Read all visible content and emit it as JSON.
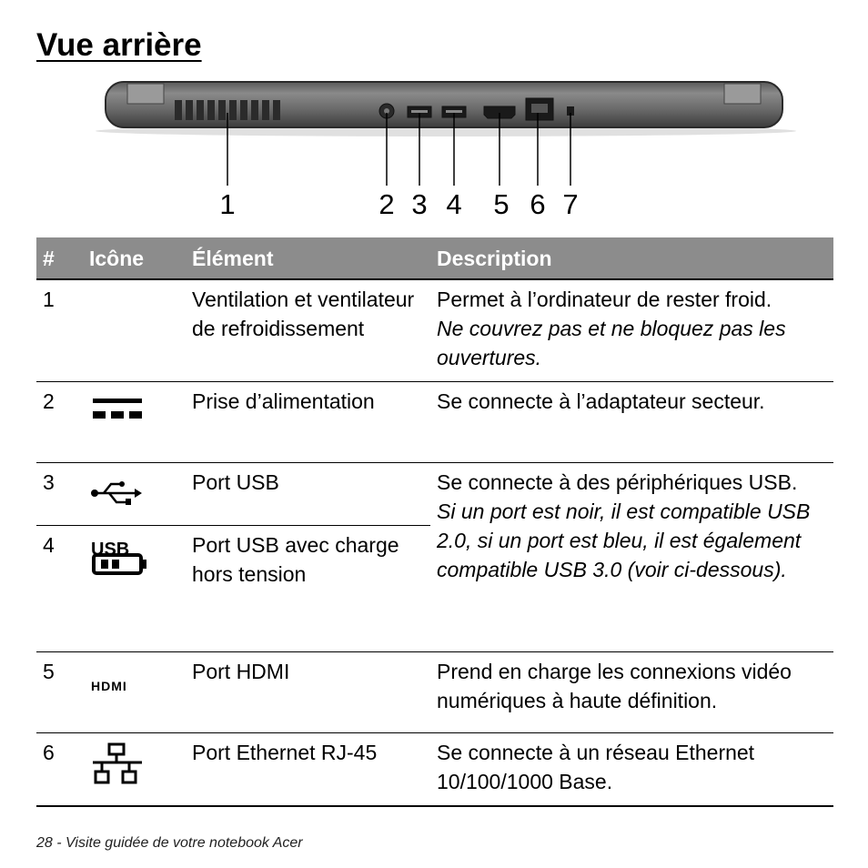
{
  "page": {
    "title": "Vue arrière",
    "footer": "28 - Visite guidée de votre notebook Acer"
  },
  "callouts": [
    "1",
    "2",
    "3",
    "4",
    "5",
    "6",
    "7"
  ],
  "table": {
    "headers": [
      "#",
      "Icône",
      "Élément",
      "Description"
    ],
    "rows": [
      {
        "num": "1",
        "icon": "",
        "element": "Ventilation et ventilateur de refroidissement",
        "desc": "Permet à l’ordinateur de rester froid.",
        "note": "Ne couvrez pas et ne bloquez pas les ouvertures."
      },
      {
        "num": "2",
        "icon": "dc-power-icon",
        "element": "Prise d’alimentation",
        "desc": "Se connecte à l’adaptateur secteur.",
        "note": ""
      },
      {
        "num": "3",
        "icon": "usb-icon",
        "element": "Port USB",
        "desc": "Se connecte à des périphériques USB.",
        "note": "Si un port est noir, il est compatible USB 2.0, si un port est bleu, il est également compatible USB 3.0 (voir ci-dessous)."
      },
      {
        "num": "4",
        "icon": "usb-charge-icon",
        "element": "Port USB avec charge hors tension",
        "desc": "",
        "note": ""
      },
      {
        "num": "5",
        "icon": "hdmi-icon",
        "element": "Port HDMI",
        "desc": "Prend en charge les connexions vidéo numériques à haute définition.",
        "note": ""
      },
      {
        "num": "6",
        "icon": "ethernet-icon",
        "element": "Port Ethernet RJ-45",
        "desc": "Se connecte à un réseau Ethernet 10/100/1000 Base.",
        "note": ""
      }
    ]
  },
  "icon_labels": {
    "usb_charge_text": "USB",
    "hdmi_text": "HDMI"
  }
}
